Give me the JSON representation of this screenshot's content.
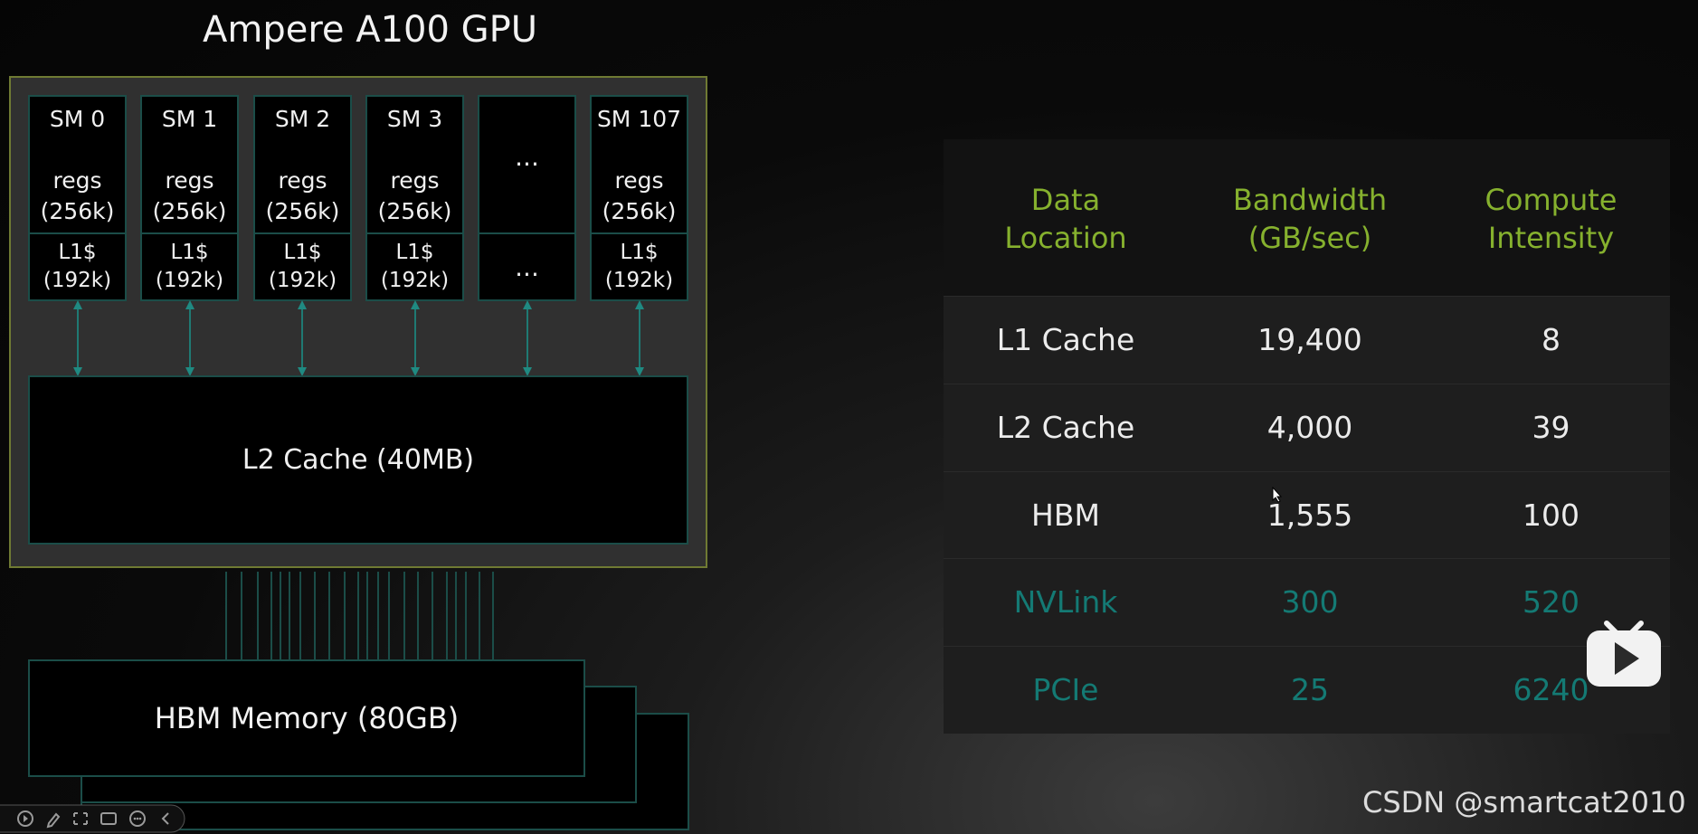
{
  "diagram": {
    "title": "Ampere A100 GPU",
    "sms": [
      {
        "name": "SM 0",
        "regs_label": "regs",
        "regs_size": "(256k)",
        "l1_label": "L1$",
        "l1_size": "(192k)"
      },
      {
        "name": "SM 1",
        "regs_label": "regs",
        "regs_size": "(256k)",
        "l1_label": "L1$",
        "l1_size": "(192k)"
      },
      {
        "name": "SM 2",
        "regs_label": "regs",
        "regs_size": "(256k)",
        "l1_label": "L1$",
        "l1_size": "(192k)"
      },
      {
        "name": "SM 3",
        "regs_label": "regs",
        "regs_size": "(256k)",
        "l1_label": "L1$",
        "l1_size": "(192k)"
      },
      {
        "name": "SM 107",
        "regs_label": "regs",
        "regs_size": "(256k)",
        "l1_label": "L1$",
        "l1_size": "(192k)"
      }
    ],
    "ellipsis": "...",
    "l2_label": "L2 Cache (40MB)",
    "hbm_label": "HBM Memory (80GB)"
  },
  "table": {
    "headers": [
      {
        "line1": "Data",
        "line2": "Location"
      },
      {
        "line1": "Bandwidth",
        "line2": "(GB/sec)"
      },
      {
        "line1": "Compute",
        "line2": "Intensity"
      }
    ],
    "rows": [
      {
        "location": "L1 Cache",
        "bandwidth": "19,400",
        "intensity": "8"
      },
      {
        "location": "L2 Cache",
        "bandwidth": "4,000",
        "intensity": "39"
      },
      {
        "location": "HBM",
        "bandwidth": "1,555",
        "intensity": "100"
      },
      {
        "location": "NVLink",
        "bandwidth": "300",
        "intensity": "520"
      },
      {
        "location": "PCIe",
        "bandwidth": "25",
        "intensity": "6240"
      }
    ]
  },
  "watermark": "CSDN @smartcat2010",
  "colors": {
    "header_text": "#86b12e",
    "teal_text": "#147a74",
    "border_teal": "#1b4d48",
    "frame_olive": "#6f7a33"
  },
  "icons": {
    "overlay": "play-icon",
    "player_controls": [
      "play-circle-icon",
      "pen-icon",
      "fullscreen-icon",
      "window-icon",
      "more-icon",
      "back-icon"
    ]
  }
}
